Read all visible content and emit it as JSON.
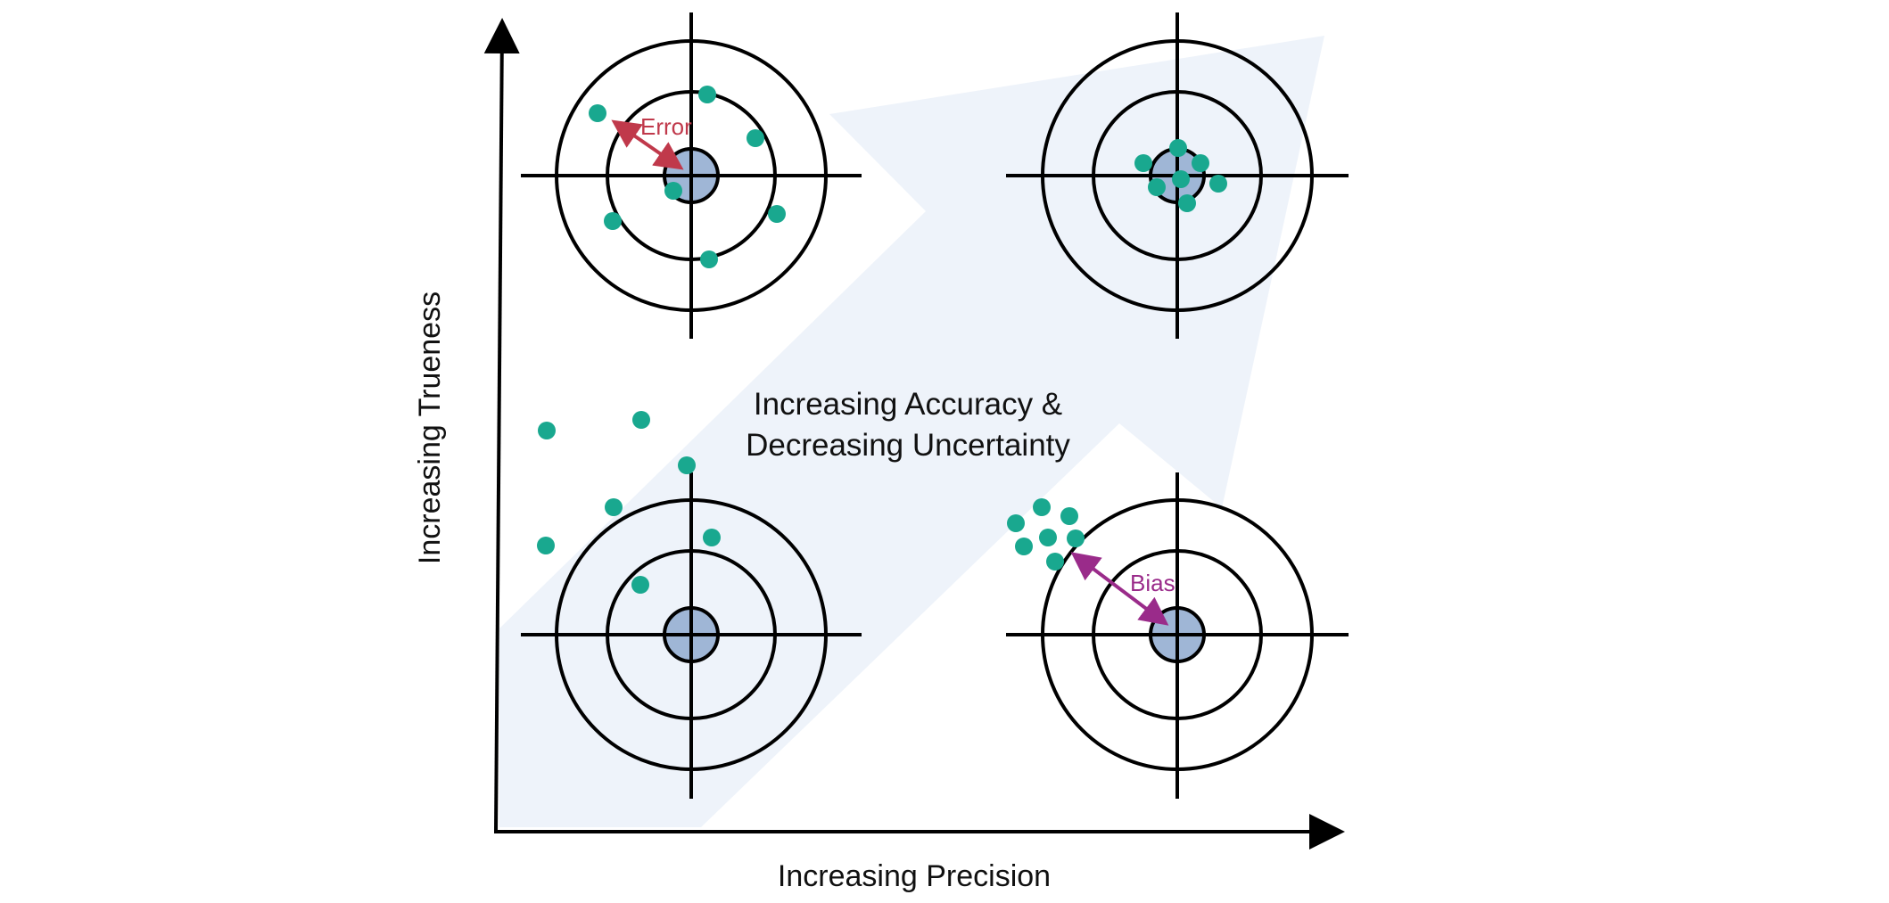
{
  "axes": {
    "x_label": "Increasing Precision",
    "y_label": "Increasing Trueness"
  },
  "center_label": {
    "line1": "Increasing Accuracy &",
    "line2": "Decreasing Uncertainty"
  },
  "annotations": {
    "error": "Error",
    "bias": "Bias"
  },
  "colors": {
    "dot": "#19a88f",
    "bullseye": "#9fb6d6",
    "error_arrow": "#c0394b",
    "bias_arrow": "#9a2b8a",
    "band": "#eef3fa"
  },
  "targets": [
    {
      "name": "low-trueness-low-precision",
      "position": "bottom-left"
    },
    {
      "name": "high-trueness-low-precision",
      "position": "top-left"
    },
    {
      "name": "low-trueness-high-precision",
      "position": "bottom-right"
    },
    {
      "name": "high-trueness-high-precision",
      "position": "top-right"
    }
  ]
}
